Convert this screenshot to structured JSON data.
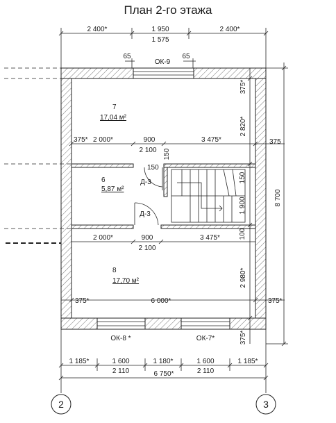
{
  "title": "План 2-го этажа",
  "top_dims": {
    "left": "2 400*",
    "center": "1 950",
    "center_below": "1 575",
    "right": "2 400*",
    "gap_left": "65",
    "gap_right": "65",
    "window": "ОК-9"
  },
  "rooms": [
    {
      "number": "7",
      "area": "17,04 м²"
    },
    {
      "number": "6",
      "area": "5,87 м²"
    },
    {
      "number": "8",
      "area": "17,70 м²"
    }
  ],
  "doors": {
    "upper": "Д-3",
    "lower": "Д-3"
  },
  "row1": {
    "wall": "375*",
    "a": "2 000*",
    "b": "900",
    "c": "3 475*",
    "below": "2 100",
    "right_wall": "375"
  },
  "row2": {
    "a": "2 000*",
    "b": "900",
    "c": "3 475*",
    "below": "2 100"
  },
  "row3": {
    "left": "375*",
    "total": "6 000*",
    "right": "375*"
  },
  "right_dims": {
    "top_wall": "375*",
    "room7": "2 820*",
    "room6": "1 900",
    "room8": "2 980*",
    "bottom_wall": "375*",
    "overall": "8 700"
  },
  "inner_dims": {
    "v150": "150",
    "h150": "150",
    "stair150": "150",
    "wall100": "100"
  },
  "bottom_windows": {
    "left": "ОК-8 *",
    "right": "ОК-7*"
  },
  "bottom_dims": {
    "row1": [
      "1 185*",
      "1 600",
      "1 180*",
      "1 600",
      "1 185*"
    ],
    "row2": [
      "2 110",
      "2 110"
    ],
    "total": "6 750*"
  },
  "axes": [
    "2",
    "3"
  ]
}
